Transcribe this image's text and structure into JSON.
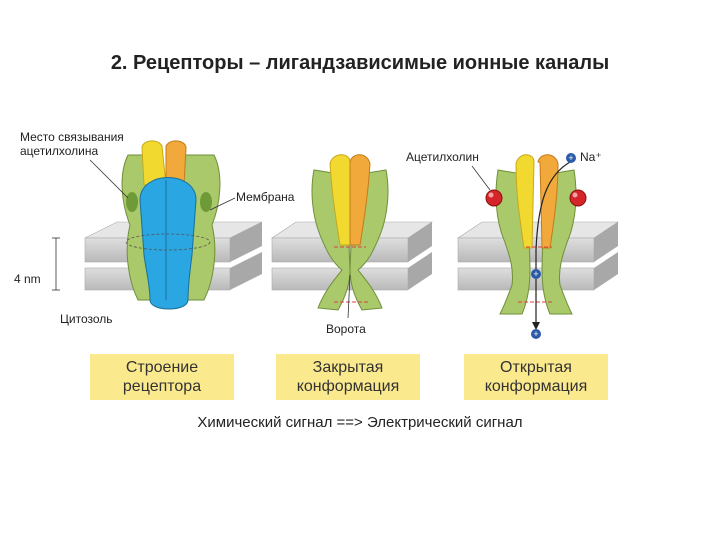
{
  "slide": {
    "title": "2. Рецепторы – лигандзависимые ионные каналы"
  },
  "labels": {
    "binding_site": "Место связывания\nацетилхолина",
    "membrane": "Мембрана",
    "thickness": "4 nm",
    "cytosol": "Цитозоль",
    "gate": "Ворота",
    "acetylcholine": "Ацетилхолин",
    "sodium": "Na⁺"
  },
  "captions": {
    "structure": "Строение\nрецептора",
    "closed": "Закрытая\nконформация",
    "open": "Открытая\nконформация"
  },
  "signal": "Химический сигнал  ==> Электрический сигнал",
  "colors": {
    "subunit_green": "#a9c96a",
    "subunit_yellow": "#f2d92f",
    "subunit_orange": "#f0a93a",
    "channel_blue": "#2aa6e2",
    "ligand_red": "#d4262a",
    "membrane_gray": "#c9c9c9",
    "caption_box": "#fbe98e"
  }
}
